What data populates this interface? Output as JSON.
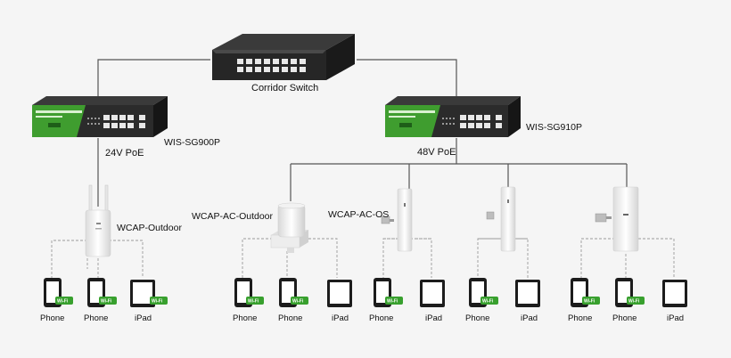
{
  "diagram": {
    "core_switch": {
      "label": "Corridor Switch"
    },
    "left_switch": {
      "model": "WIS-SG900P",
      "poe": "24V  PoE"
    },
    "right_switch": {
      "model": "WIS-SG910P",
      "poe": "48V PoE"
    },
    "access_points": [
      {
        "label": "WCAP-Outdoor"
      },
      {
        "label": "WCAP-AC-Outdoor"
      },
      {
        "label": "WCAP-AC-OS"
      }
    ],
    "client_groups": [
      {
        "clients": [
          "Phone",
          "Phone",
          "iPad"
        ]
      },
      {
        "clients": [
          "Phone",
          "Phone",
          "iPad"
        ]
      },
      {
        "clients": [
          "Phone",
          "iPad"
        ]
      },
      {
        "clients": [
          "Phone",
          "iPad"
        ]
      },
      {
        "clients": [
          "Phone",
          "Phone",
          "iPad"
        ]
      }
    ],
    "wifi_badge": "Wi-Fi",
    "colors": {
      "switch_body": "#1e1e1e",
      "switch_front": "#2e2e2e",
      "switch_accent_green": "#3f9d2f",
      "port": "#e8e8e8",
      "ap_body": "#f7f7f7",
      "link_line": "#555555",
      "wireless_line": "#9a9a9a",
      "badge_green": "#38a02e"
    }
  }
}
